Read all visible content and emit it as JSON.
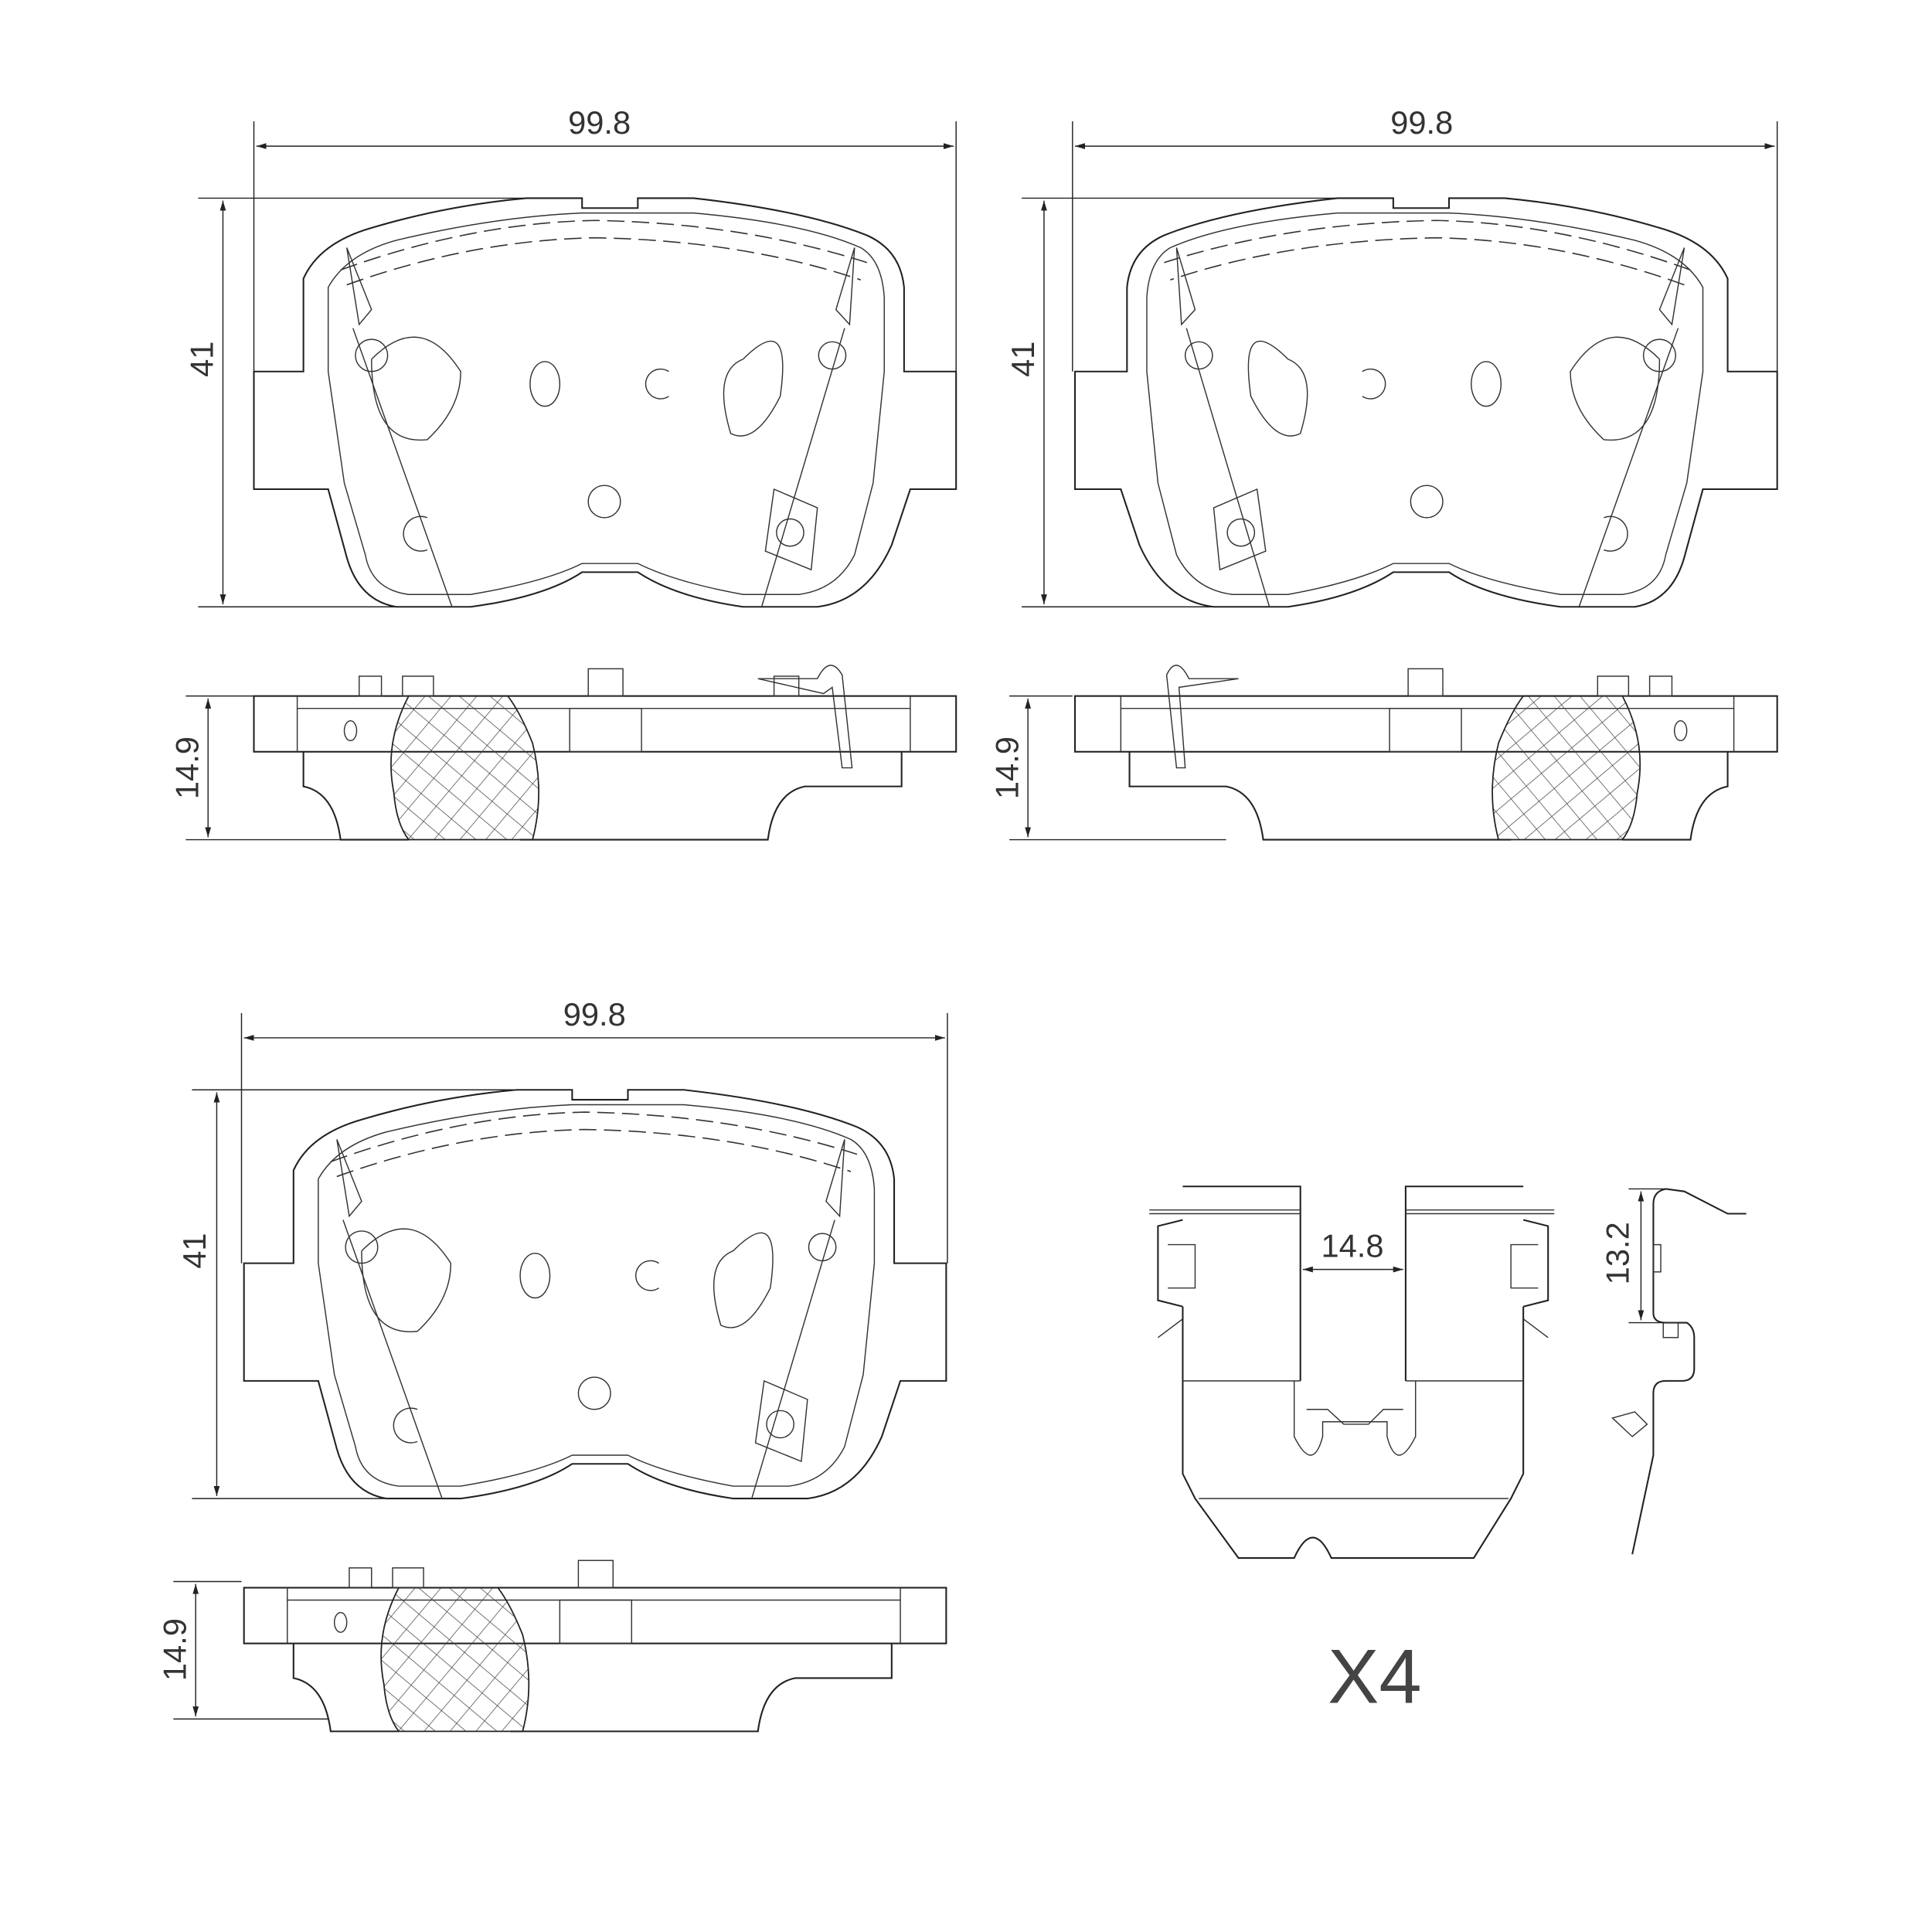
{
  "colors": {
    "line": "#222222",
    "background": "#ffffff"
  },
  "pads": [
    {
      "name": "pad-top-left",
      "width_label": "99.8",
      "height_label": "41",
      "thickness_label": "14.9"
    },
    {
      "name": "pad-top-right",
      "width_label": "99.8",
      "height_label": "41",
      "thickness_label": "14.9"
    },
    {
      "name": "pad-bottom-left",
      "width_label": "99.8",
      "height_label": "41",
      "thickness_label": "14.9"
    }
  ],
  "clip": {
    "gap_label": "14.8",
    "height_label": "13.2",
    "quantity_label": "X4"
  }
}
